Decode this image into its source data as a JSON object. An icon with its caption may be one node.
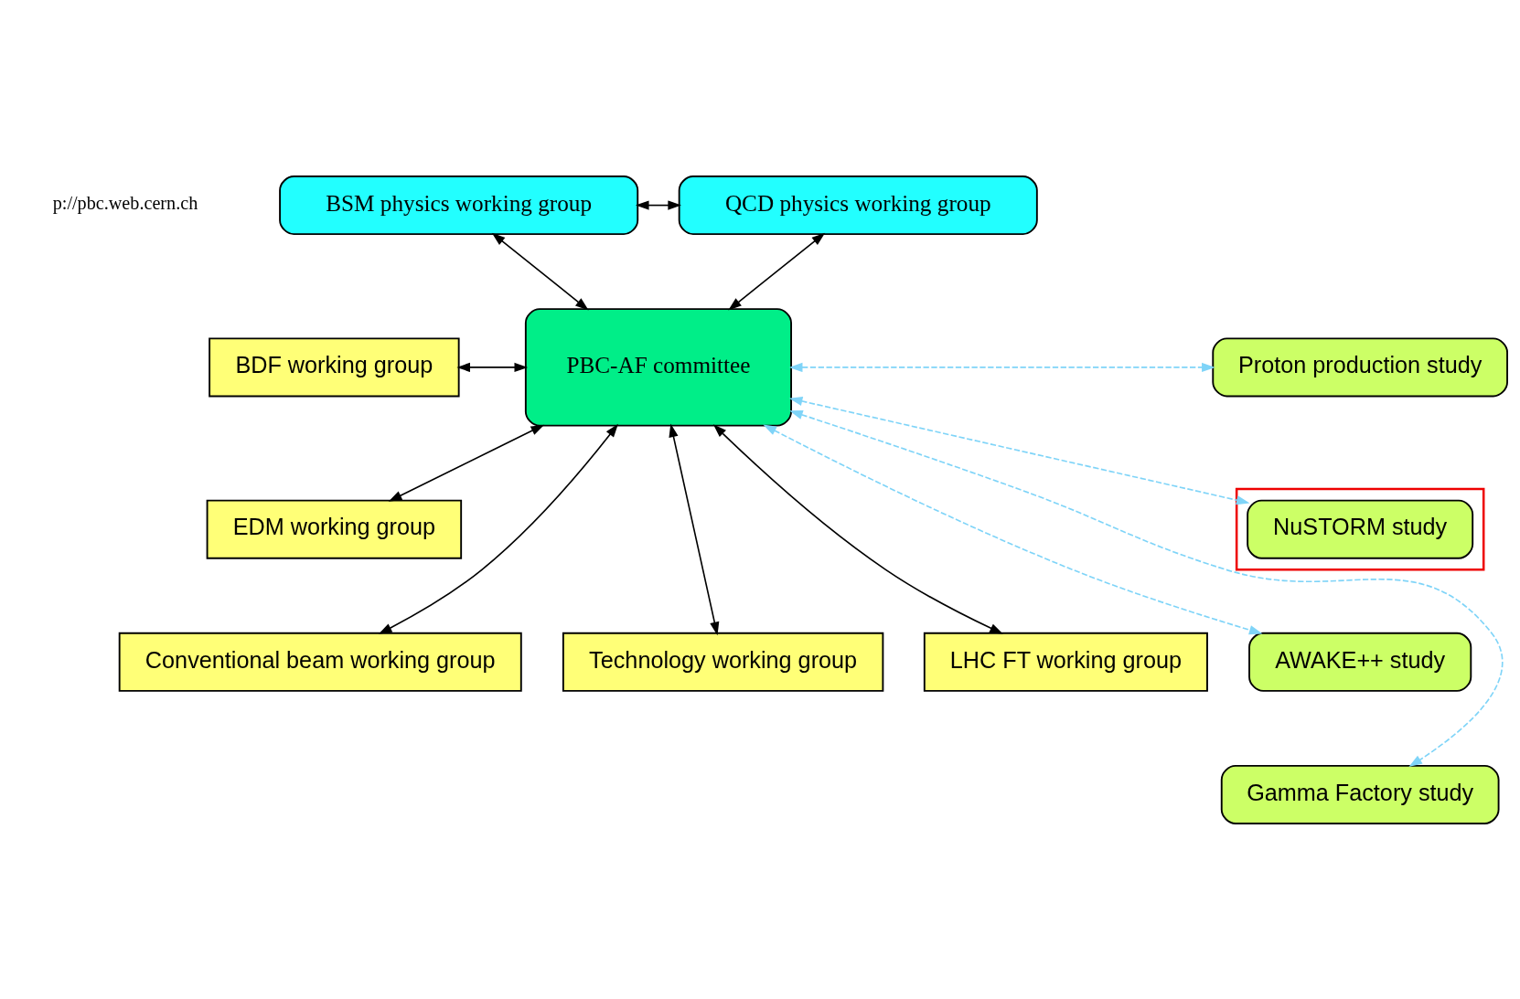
{
  "diagram": {
    "nodes": [
      {
        "text": [
          "BSM physics working group"
        ]
      },
      {
        "text": [
          "QCD physics working group"
        ]
      },
      {
        "text": [
          "BDF working group"
        ]
      },
      {
        "text": [
          "PBC-AF committee"
        ]
      },
      {
        "text": [
          "Proton production study"
        ]
      },
      {
        "text": [],
        "shape": "box"
      },
      {
        "text": [
          "NuSTORM study"
        ],
        "in": 5
      },
      {
        "text": [
          "EDM working group"
        ]
      },
      {
        "text": [
          "AWAKE++ study"
        ]
      },
      {
        "text": [
          "Conventional beam working group"
        ]
      },
      {
        "text": [
          "Technology working group"
        ]
      },
      {
        "text": [
          "LHC FT working group"
        ]
      },
      {
        "text": [
          "Gamma Factory study"
        ]
      }
    ],
    "edges": [
      {
        "from": 0,
        "to": 1,
        "arrow": "both"
      },
      {
        "from": 0,
        "to": 3,
        "arrow": "both"
      },
      {
        "from": 1,
        "to": 3,
        "arrow": "both"
      },
      {
        "from": 2,
        "to": 3,
        "arrow": "both"
      },
      {
        "from": 3,
        "to": 4,
        "arrow": "both",
        "style": "dashed",
        "color": "#7fd4f8"
      },
      {
        "from": 3,
        "to": 6,
        "arrow": "both",
        "style": "dashed",
        "color": "#7fd4f8"
      },
      {
        "from": 7,
        "to": 3,
        "arrow": "both"
      },
      {
        "from": 3,
        "to": 8,
        "arrow": "both",
        "style": "dashed",
        "color": "#7fd4f8"
      },
      {
        "from": 3,
        "to": 12,
        "arrow": "both",
        "style": "dashed",
        "color": "#7fd4f8"
      },
      {
        "from": 3,
        "to": 9,
        "arrow": "both"
      },
      {
        "from": 3,
        "to": 10,
        "arrow": "both"
      },
      {
        "from": 3,
        "to": 11,
        "arrow": "both"
      }
    ],
    "labels": [
      "p://pbc.web.cern.ch"
    ]
  }
}
